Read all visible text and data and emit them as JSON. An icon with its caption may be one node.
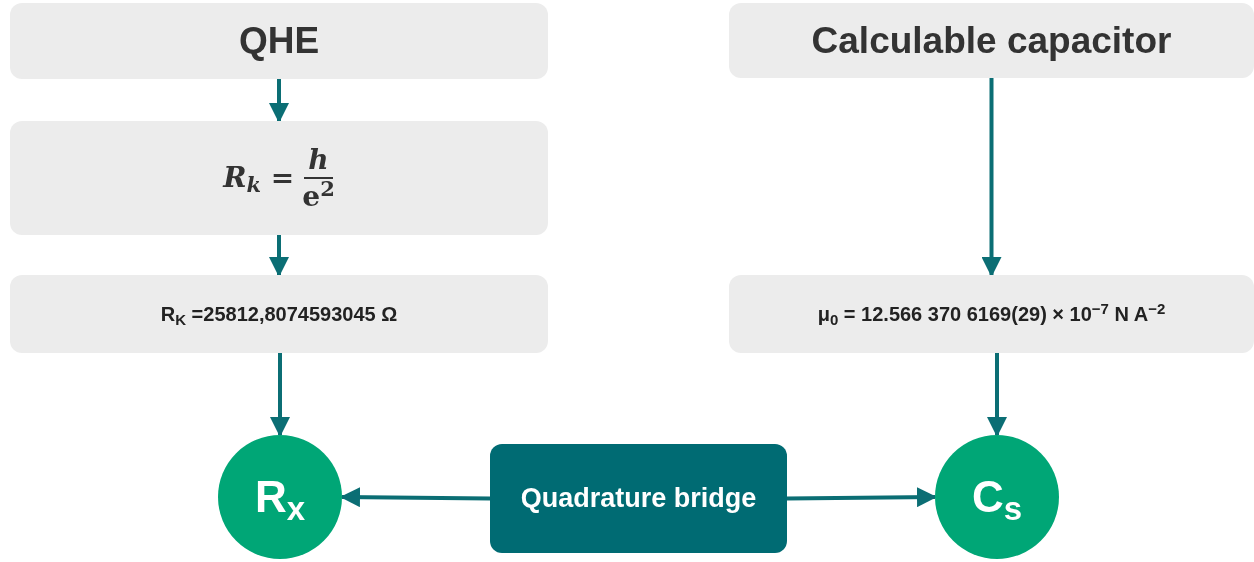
{
  "diagram": {
    "nodes": [
      {
        "text": [
          "QHE"
        ]
      },
      {
        "text": [
          "Calculable capacitor"
        ]
      },
      {
        "text": [
          "*R*$_{k}$ =",
          "*h*",
          "e$^{2}$"
        ]
      },
      {
        "text": [
          "R$_{K}$ =25812,8074593045 Ω"
        ]
      },
      {
        "text": [
          "μ$_{0}$ = 12.566 370 6169(29) × 10$^{−7}$ N A$^{−2}$"
        ]
      },
      {
        "text": [
          "R$_{x}$"
        ]
      },
      {
        "text": [
          "Quadrature bridge"
        ]
      },
      {
        "text": [
          "C$_{s}$"
        ]
      }
    ],
    "edges": [
      {
        "from": 0,
        "to": 2,
        "arrow": "to"
      },
      {
        "from": 2,
        "to": 3,
        "arrow": "to"
      },
      {
        "from": 3,
        "to": 5,
        "arrow": "to"
      },
      {
        "from": 1,
        "to": 4,
        "arrow": "to"
      },
      {
        "from": 4,
        "to": 7,
        "arrow": "to"
      },
      {
        "from": 6,
        "to": 5,
        "arrow": "to"
      },
      {
        "from": 6,
        "to": 7,
        "arrow": "to"
      }
    ]
  }
}
